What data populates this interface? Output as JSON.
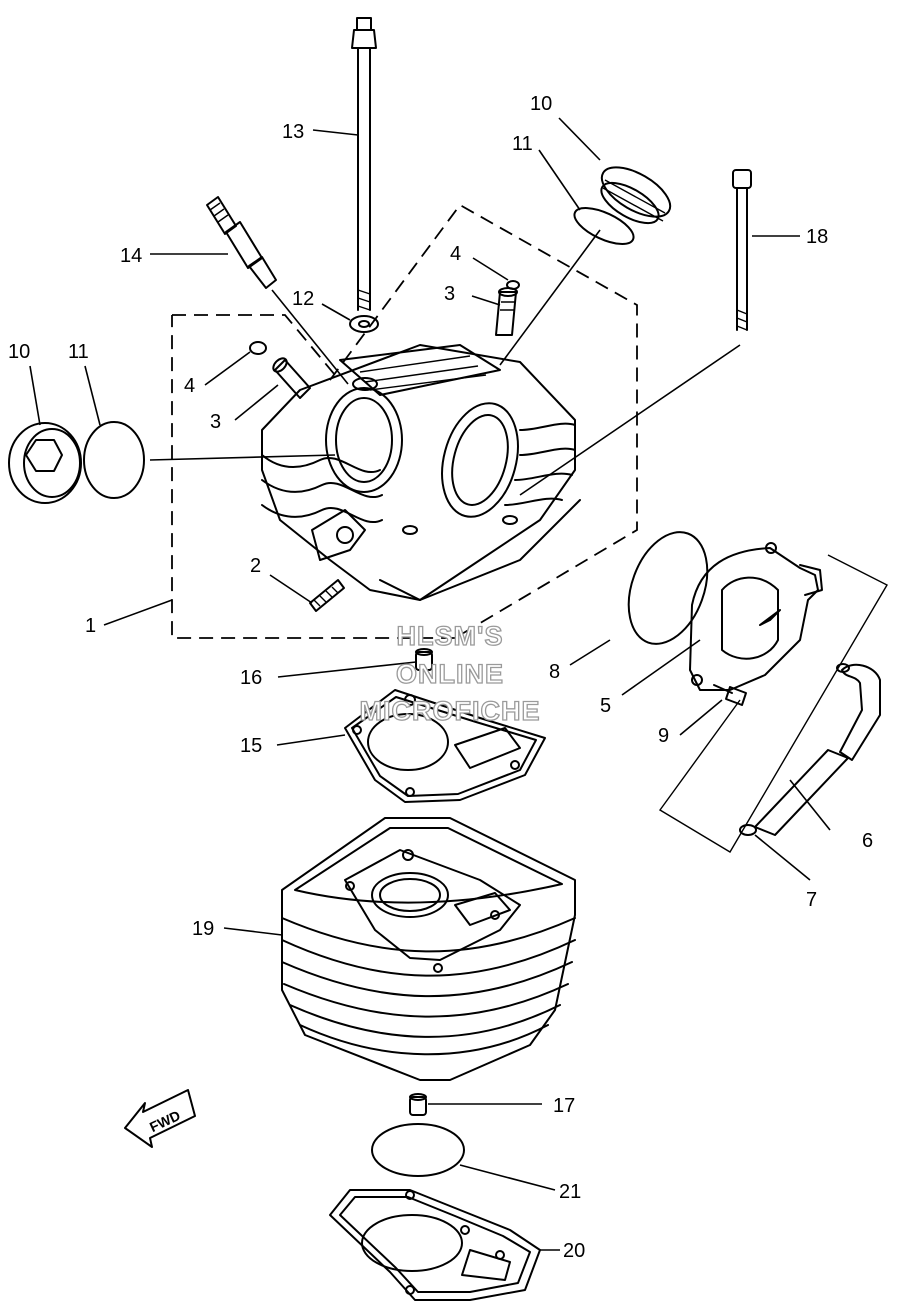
{
  "watermark": {
    "line1": "HLSM'S",
    "line2": "ONLINE",
    "line3": "MICROFICHE"
  },
  "direction_label": "FWD",
  "callouts": [
    "1",
    "2",
    "3",
    "3",
    "4",
    "4",
    "5",
    "6",
    "7",
    "8",
    "9",
    "10",
    "10",
    "11",
    "11",
    "12",
    "13",
    "14",
    "15",
    "16",
    "17",
    "18",
    "19",
    "20",
    "21"
  ]
}
